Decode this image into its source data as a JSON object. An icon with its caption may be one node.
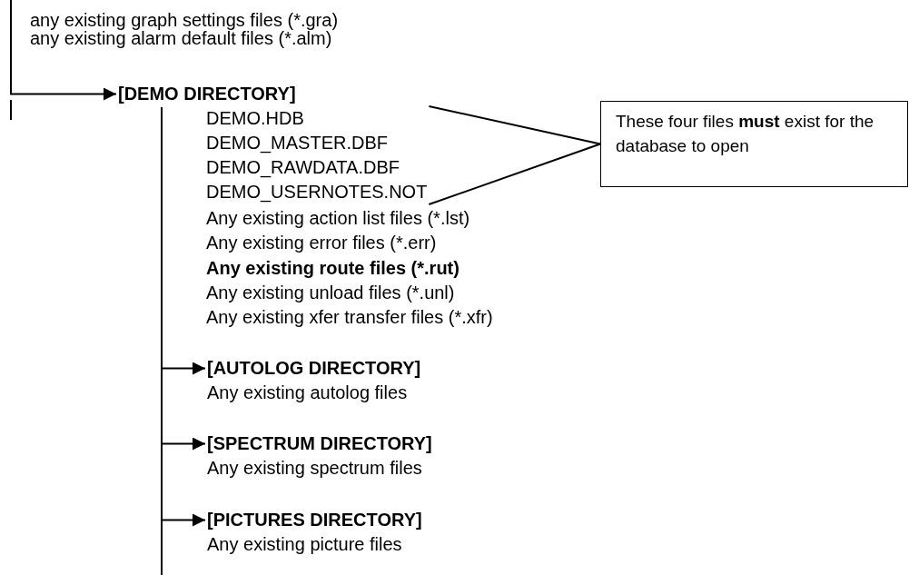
{
  "diagram": {
    "nodes": [
      {
        "text": [
          "[DEMO DIRECTORY]"
        ]
      },
      {
        "text": [
          "DEMO.HDB",
          "DEMO_MASTER.DBF",
          "DEMO_RAWDATA.DBF",
          "DEMO_USERNOTES.NOT"
        ]
      },
      {
        "text": [
          "These four files **must** exist for the database to open"
        ]
      },
      {
        "text": [
          "[AUTOLOG DIRECTORY]",
          "Any existing autolog files"
        ]
      },
      {
        "text": [
          "[SPECTRUM DIRECTORY]",
          "Any existing spectrum files"
        ]
      },
      {
        "text": [
          "[PICTURES DIRECTORY]",
          "Any existing picture files"
        ]
      }
    ],
    "edges": [
      {
        "from": null,
        "to": 0,
        "arrow": "to"
      },
      {
        "from": 2,
        "to": 1,
        "arrow": "none"
      },
      {
        "from": 2,
        "to": 1,
        "arrow": "none"
      },
      {
        "from": 0,
        "to": 3,
        "arrow": "to"
      },
      {
        "from": 0,
        "to": 4,
        "arrow": "to"
      },
      {
        "from": 0,
        "to": 5,
        "arrow": "to"
      }
    ],
    "labels": [
      "any existing graph settings files (*.gra)",
      "any existing alarm default files (*.alm)",
      "Any existing action list files (*.lst)",
      "Any existing error files (*.err)",
      "Any existing route files (*.rut)",
      "Any existing unload files (*.unl)",
      "Any existing xfer transfer files (*.xfr)"
    ]
  }
}
